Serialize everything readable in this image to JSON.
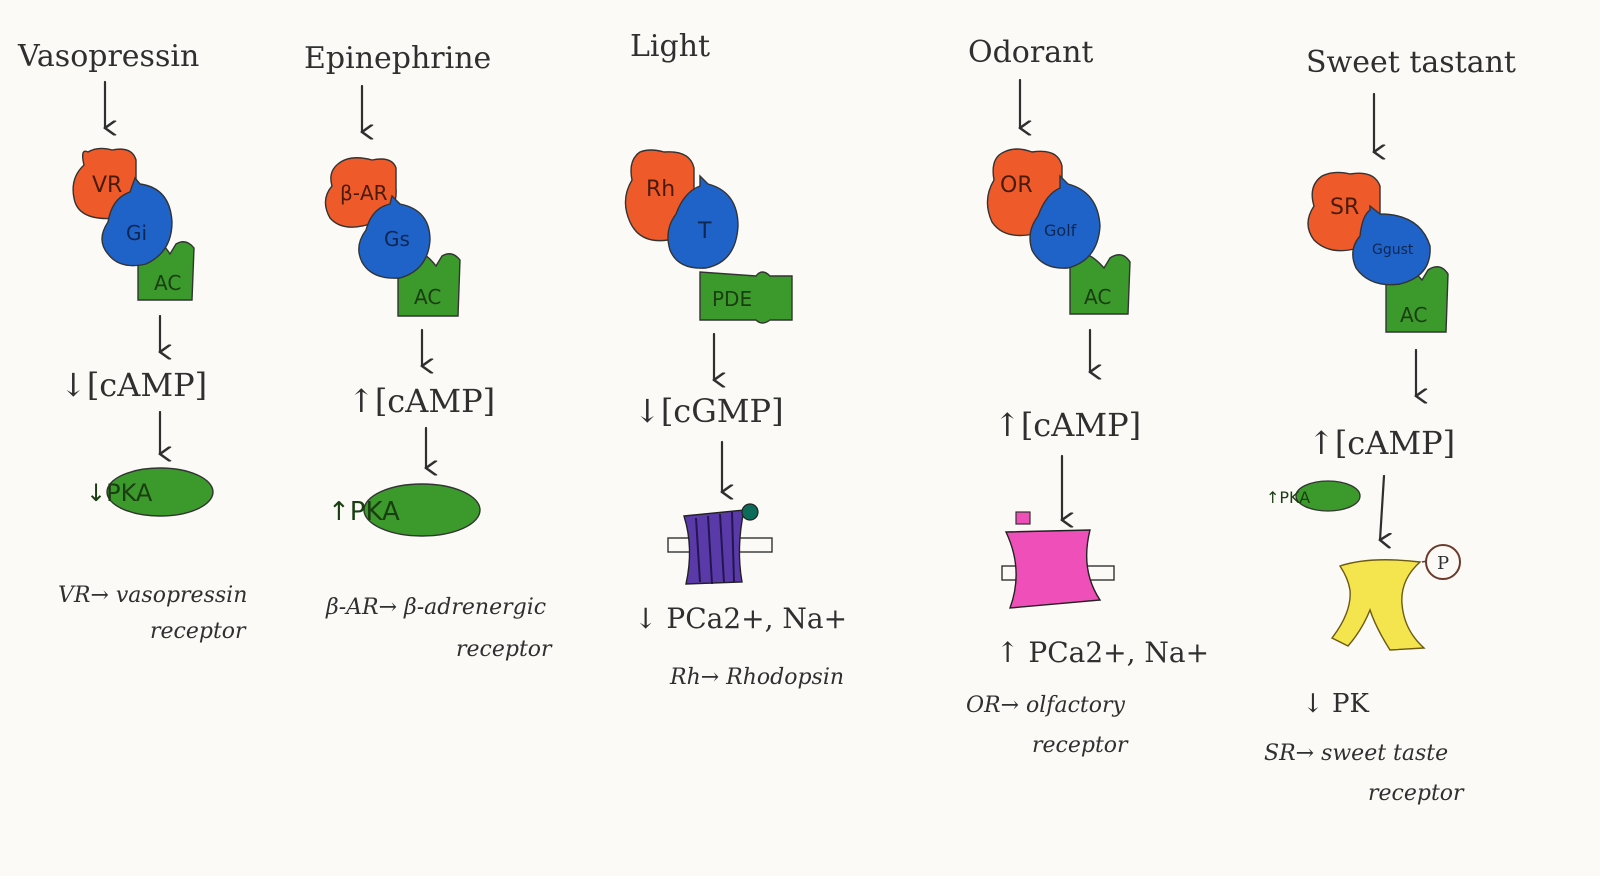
{
  "colors": {
    "receptor": "#ee5a2a",
    "g_protein": "#1f63c9",
    "effector": "#3c9a2c",
    "pka": "#3c9a2c",
    "channel_rod": "#5a3aa8",
    "channel_olfactory": "#ef4fb8",
    "channel_taste": "#f4e44e",
    "ink": "#2f2f2f"
  },
  "icons": [
    "down-arrow",
    "up-arrow",
    "phosphate-circle"
  ],
  "pathways": [
    {
      "stimulus": "Vasopressin",
      "receptor": "VR",
      "g_protein": "Gi",
      "effector": "AC",
      "messenger": "↓[cAMP]",
      "kinase": "↓PKA",
      "note_line1": "VR→ vasopressin",
      "note_line2": "receptor"
    },
    {
      "stimulus": "Epinephrine",
      "receptor": "β-AR",
      "g_protein": "Gs",
      "effector": "AC",
      "messenger": "↑[cAMP]",
      "kinase": "↑PKA",
      "note_line1": "β-AR→ β-adrenergic",
      "note_line2": "receptor"
    },
    {
      "stimulus": "Light",
      "receptor": "Rh",
      "g_protein": "T",
      "effector": "PDE",
      "messenger": "↓[cGMP]",
      "channel_effect": "↓ PCa2+, Na+",
      "note_line1": "Rh→ Rhodopsin"
    },
    {
      "stimulus": "Odorant",
      "receptor": "OR",
      "g_protein": "Golf",
      "effector": "AC",
      "messenger": "↑[cAMP]",
      "channel_effect": "↑ PCa2+, Na+",
      "note_line1": "OR→ olfactory",
      "note_line2": "receptor"
    },
    {
      "stimulus": "Sweet tastant",
      "receptor": "SR",
      "g_protein": "Ggust",
      "effector": "AC",
      "messenger": "↑[cAMP]",
      "kinase": "↑PKA",
      "phosphate": "P",
      "channel_effect": "↓ PK",
      "note_line1": "SR→ sweet taste",
      "note_line2": "receptor"
    }
  ]
}
